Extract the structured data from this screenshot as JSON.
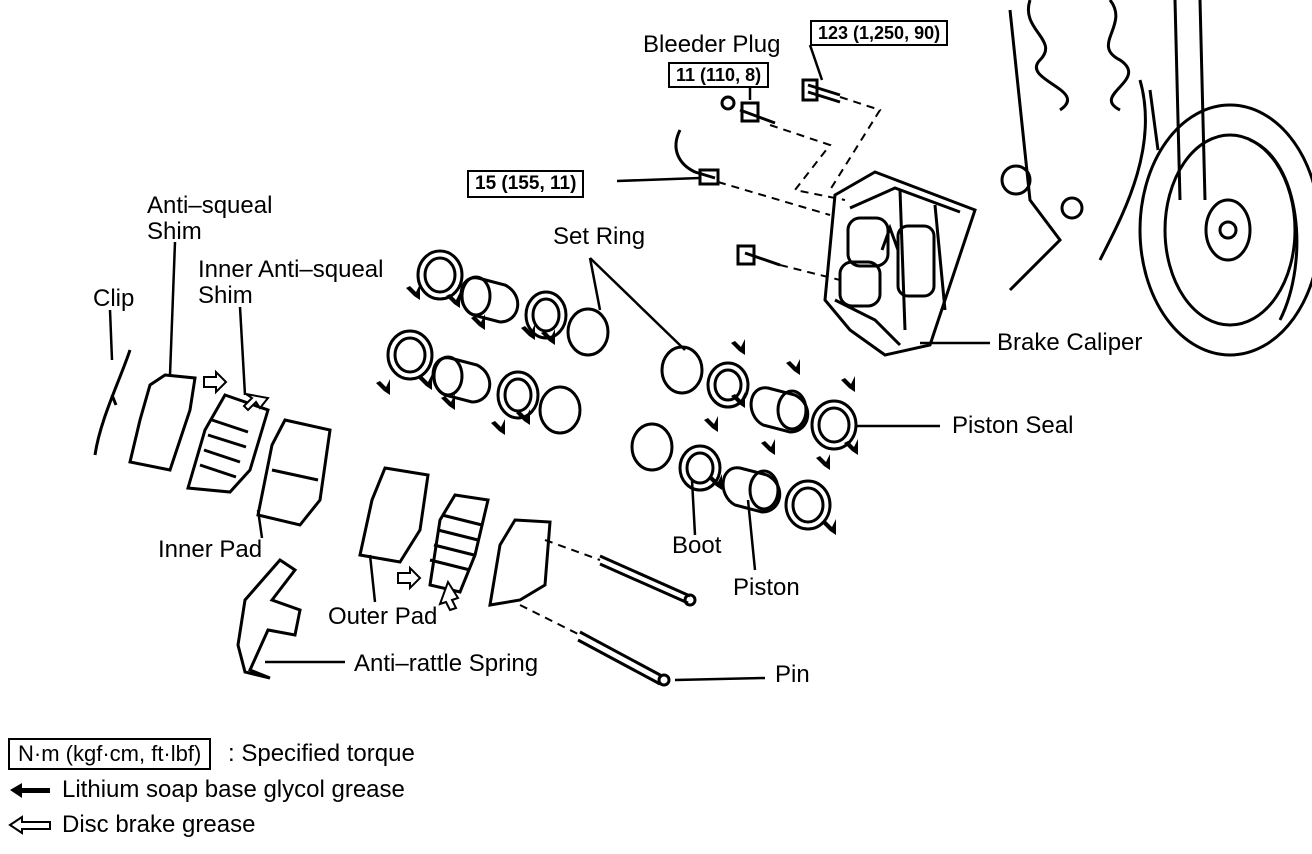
{
  "labels": {
    "anti_squeal_shim_1": "Anti–squeal",
    "anti_squeal_shim_2": "Shim",
    "inner_anti_squeal_shim_1": "Inner Anti–squeal",
    "inner_anti_squeal_shim_2": "Shim",
    "clip": "Clip",
    "set_ring": "Set Ring",
    "bleeder_plug": "Bleeder Plug",
    "brake_caliper": "Brake Caliper",
    "piston_seal": "Piston Seal",
    "boot": "Boot",
    "piston": "Piston",
    "inner_pad": "Inner Pad",
    "outer_pad": "Outer Pad",
    "anti_rattle_spring": "Anti–rattle Spring",
    "pin": "Pin"
  },
  "torque_boxes": {
    "caliper_bolt": "123 (1,250, 90)",
    "bleeder_plug": "11 (110, 8)",
    "union_bolt": "15 (155, 11)"
  },
  "legend": {
    "torque_box": "N·m (kgf·cm, ft·lbf)",
    "torque_text": ": Specified torque",
    "lithium_text": "Lithium soap base glycol grease",
    "disc_text": "Disc brake grease"
  }
}
